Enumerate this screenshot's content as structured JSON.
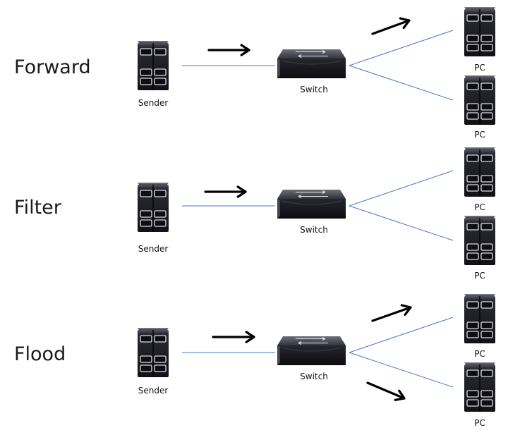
{
  "rows": [
    {
      "label": "Forward",
      "sender_label": "Sender",
      "switch_label": "Switch",
      "pc_labels": [
        "PC",
        "PC"
      ],
      "frame_to_pcs": [
        "up"
      ]
    },
    {
      "label": "Filter",
      "sender_label": "Sender",
      "switch_label": "Switch",
      "pc_labels": [
        "PC",
        "PC"
      ],
      "frame_to_pcs": []
    },
    {
      "label": "Flood",
      "sender_label": "Sender",
      "switch_label": "Switch",
      "pc_labels": [
        "PC",
        "PC"
      ],
      "frame_to_pcs": [
        "up",
        "down"
      ]
    }
  ],
  "colors": {
    "link_line": "#4a78c4",
    "arrow": "#000000",
    "device_body": "#1c1c22",
    "device_top": "#4a4a55",
    "device_slot_border": "#dcdce4"
  },
  "icons": {
    "sender": "server-tower-icon",
    "switch": "network-switch-icon",
    "pc": "pc-tower-icon",
    "frame_arrow": "arrow-right-icon"
  }
}
